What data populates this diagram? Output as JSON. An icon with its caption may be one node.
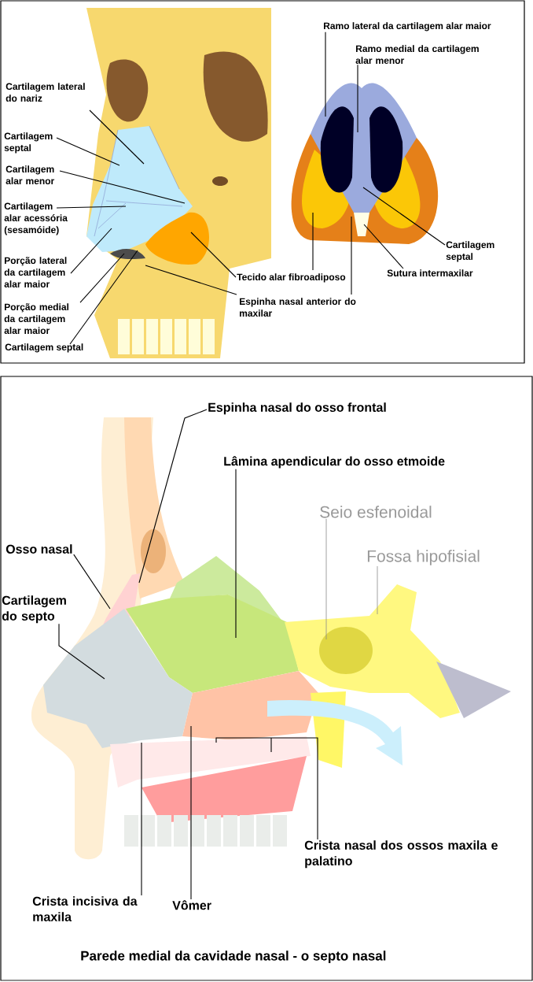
{
  "diagram": {
    "caption": "Parede medial da cavidade nasal - o septo nasal",
    "nodes": [
      {
        "text": [
          "Cartilagem lateral do nariz"
        ]
      },
      {
        "text": [
          "Cartilagem septal"
        ]
      },
      {
        "text": [
          "Cartilagem alar menor"
        ]
      },
      {
        "text": [
          "Cartilagem alar acessória (sesamóide)"
        ]
      },
      {
        "text": [
          "Porção lateral da cartilagem alar maior"
        ]
      },
      {
        "text": [
          "Porção medial da cartilagem alar maior"
        ]
      },
      {
        "text": [
          "Cartilagem septal"
        ]
      },
      {
        "text": [
          "Tecido alar fibroadiposo"
        ]
      },
      {
        "text": [
          "Espinha nasal anterior do maxilar"
        ]
      },
      {
        "text": [
          "Ramo lateral da cartilagem alar maior"
        ]
      },
      {
        "text": [
          "Ramo medial da cartilagem alar menor"
        ]
      },
      {
        "text": [
          "Cartilagem septal"
        ]
      },
      {
        "text": [
          "Sutura intermaxilar"
        ]
      },
      {
        "text": [
          "Espinha nasal do osso frontal"
        ]
      },
      {
        "text": [
          "Lâmina apendicular do osso etmoide"
        ],
        "in": 24
      },
      {
        "text": [
          "Seio esfenoidal"
        ],
        "in": 24
      },
      {
        "text": [
          "Fossa hipofisial"
        ],
        "in": 24
      },
      {
        "text": [
          "Osso nasal"
        ]
      },
      {
        "text": [
          "Cartilagem do septo"
        ]
      },
      {
        "text": [
          "Crista incisiva da maxila"
        ]
      },
      {
        "text": [
          "Vômer"
        ]
      },
      {
        "text": [
          "Crista nasal dos ossos maxila e palatino"
        ]
      },
      {
        "text": [],
        "shape": "picture"
      },
      {
        "text": [],
        "shape": "picture"
      },
      {
        "text": [],
        "shape": "picture"
      }
    ],
    "edges": [
      {
        "from": 0,
        "to": 22,
        "arrow": "none"
      },
      {
        "from": 1,
        "to": 22,
        "arrow": "none"
      },
      {
        "from": 2,
        "to": 22,
        "arrow": "none"
      },
      {
        "from": 3,
        "to": 22,
        "arrow": "none"
      },
      {
        "from": 4,
        "to": 22,
        "arrow": "none"
      },
      {
        "from": 5,
        "to": 22,
        "arrow": "none"
      },
      {
        "from": 6,
        "to": 22,
        "arrow": "none"
      },
      {
        "from": 7,
        "to": 22,
        "arrow": "none"
      },
      {
        "from": 7,
        "to": 23,
        "arrow": "none"
      },
      {
        "from": 8,
        "to": 22,
        "arrow": "none"
      },
      {
        "from": 8,
        "to": 23,
        "arrow": "none"
      },
      {
        "from": 9,
        "to": 23,
        "arrow": "none"
      },
      {
        "from": 10,
        "to": 23,
        "arrow": "none"
      },
      {
        "from": 11,
        "to": 23,
        "arrow": "none"
      },
      {
        "from": 12,
        "to": 23,
        "arrow": "none"
      },
      {
        "from": 13,
        "to": 24,
        "arrow": "none"
      },
      {
        "from": 14,
        "to": 24,
        "arrow": "none"
      },
      {
        "from": 15,
        "to": 24,
        "arrow": "none",
        "color": "#8c8c8c"
      },
      {
        "from": 16,
        "to": 24,
        "arrow": "none",
        "color": "#8c8c8c"
      },
      {
        "from": 17,
        "to": 24,
        "arrow": "none"
      },
      {
        "from": 18,
        "to": 24,
        "arrow": "none"
      },
      {
        "from": 19,
        "to": 24,
        "arrow": "none"
      },
      {
        "from": 20,
        "to": 24,
        "arrow": "none"
      },
      {
        "from": 21,
        "to": 24,
        "arrow": "none"
      }
    ]
  }
}
